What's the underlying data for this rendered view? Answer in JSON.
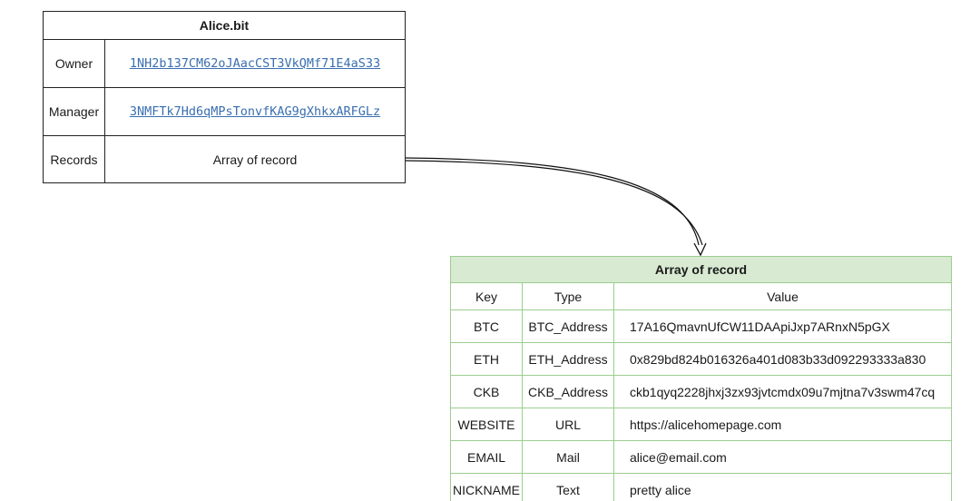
{
  "alice": {
    "title": "Alice.bit",
    "rows": [
      {
        "key": "Owner",
        "value": "1NH2b137CM62oJAacCST3VkQMf71E4aS33"
      },
      {
        "key": "Manager",
        "value": "3NMFTk7Hd6qMPsTonvfKAG9gXhkxARFGLz"
      },
      {
        "key": "Records",
        "value": "Array of record"
      }
    ]
  },
  "records": {
    "title": "Array of record",
    "headers": {
      "key": "Key",
      "type": "Type",
      "value": "Value"
    },
    "rows": [
      {
        "key": "BTC",
        "type": "BTC_Address",
        "value": "17A16QmavnUfCW11DAApiJxp7ARnxN5pGX"
      },
      {
        "key": "ETH",
        "type": "ETH_Address",
        "value": "0x829bd824b016326a401d083b33d092293333a830"
      },
      {
        "key": "CKB",
        "type": "CKB_Address",
        "value": "ckb1qyq2228jhxj3zx93jvtcmdx09u7mjtna7v3swm47cq"
      },
      {
        "key": "WEBSITE",
        "type": "URL",
        "value": "https://alicehomepage.com"
      },
      {
        "key": "EMAIL",
        "type": "Mail",
        "value": "alice@email.com"
      },
      {
        "key": "NICKNAME",
        "type": "Text",
        "value": "pretty alice"
      }
    ]
  },
  "colors": {
    "link": "#3a6fb0",
    "records_border": "#9ccd8f",
    "records_header_bg": "#d8ebd2"
  }
}
